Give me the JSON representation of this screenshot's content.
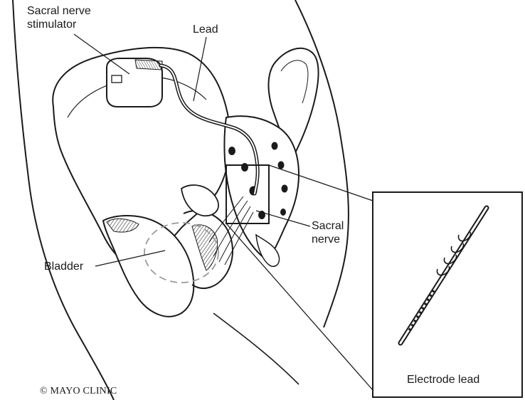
{
  "labels": {
    "stimulator": [
      "Sacral nerve",
      "stimulator"
    ],
    "lead": "Lead",
    "sacral_nerve": [
      "Sacral",
      "nerve"
    ],
    "bladder": "Bladder",
    "inset_caption": "Electrode lead"
  },
  "copyright": "© MAYO CLINIC",
  "colors": {
    "ink": "#1a1a1a",
    "shade": "#8a8a8a",
    "paper": "#ffffff",
    "dashed_outline": "#9a9a9a"
  }
}
